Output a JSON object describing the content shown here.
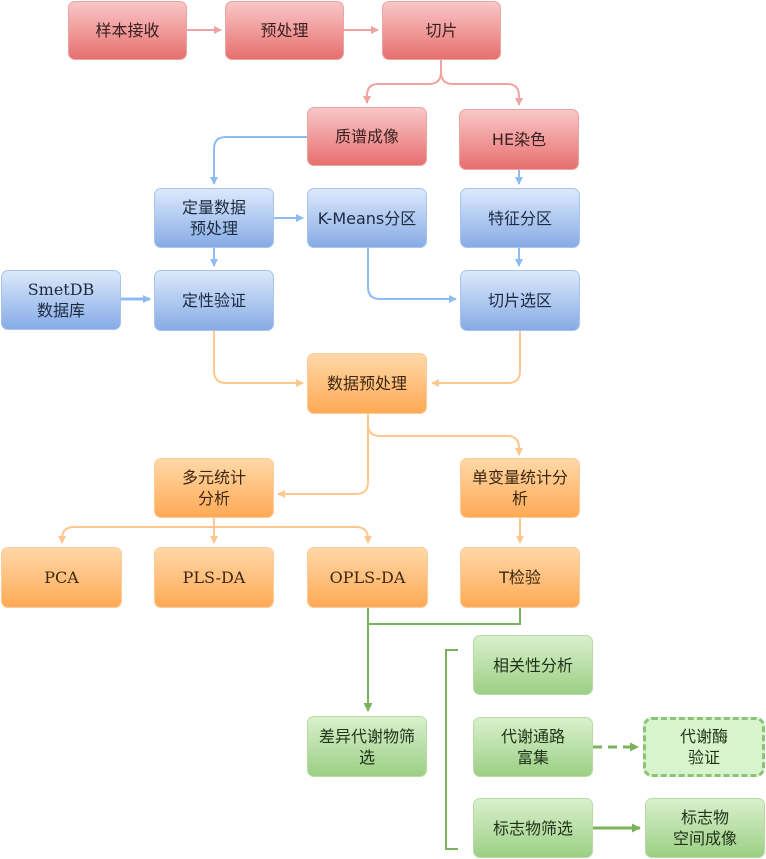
{
  "nodes": {
    "sample_receive": "样本接收",
    "preprocess": "预处理",
    "slicing": "切片",
    "mass_spec_imaging": "质谱成像",
    "he_stain": "HE染色",
    "quant_preprocess": "定量数据\n预处理",
    "kmeans": "K-Means分区",
    "feature_partition": "特征分区",
    "smetdb": "SmetDB\n数据库",
    "qualitative_validation": "定性验证",
    "slice_region_select": "切片选区",
    "data_preprocess": "数据预处理",
    "multivariate": "多元统计\n分析",
    "univariate": "单变量统计分\n析",
    "pca": "PCA",
    "pls_da": "PLS-DA",
    "opls_da": "OPLS-DA",
    "t_test": "T检验",
    "diff_metabolite": "差异代谢物筛\n选",
    "correlation": "相关性分析",
    "pathway": "代谢通路\n富集",
    "enzyme_validation": "代谢酶\n验证",
    "marker_screen": "标志物筛选",
    "marker_imaging": "标志物\n空间成像"
  },
  "colors": {
    "red_stage": "#e86f6f",
    "blue_stage": "#86abe6",
    "orange_stage": "#ffaa55",
    "green_stage": "#9ccf85",
    "red_arrow": "#f0a3a3",
    "blue_arrow": "#8dbdf0",
    "orange_arrow": "#ffc78f",
    "green_arrow": "#7bb35c"
  }
}
